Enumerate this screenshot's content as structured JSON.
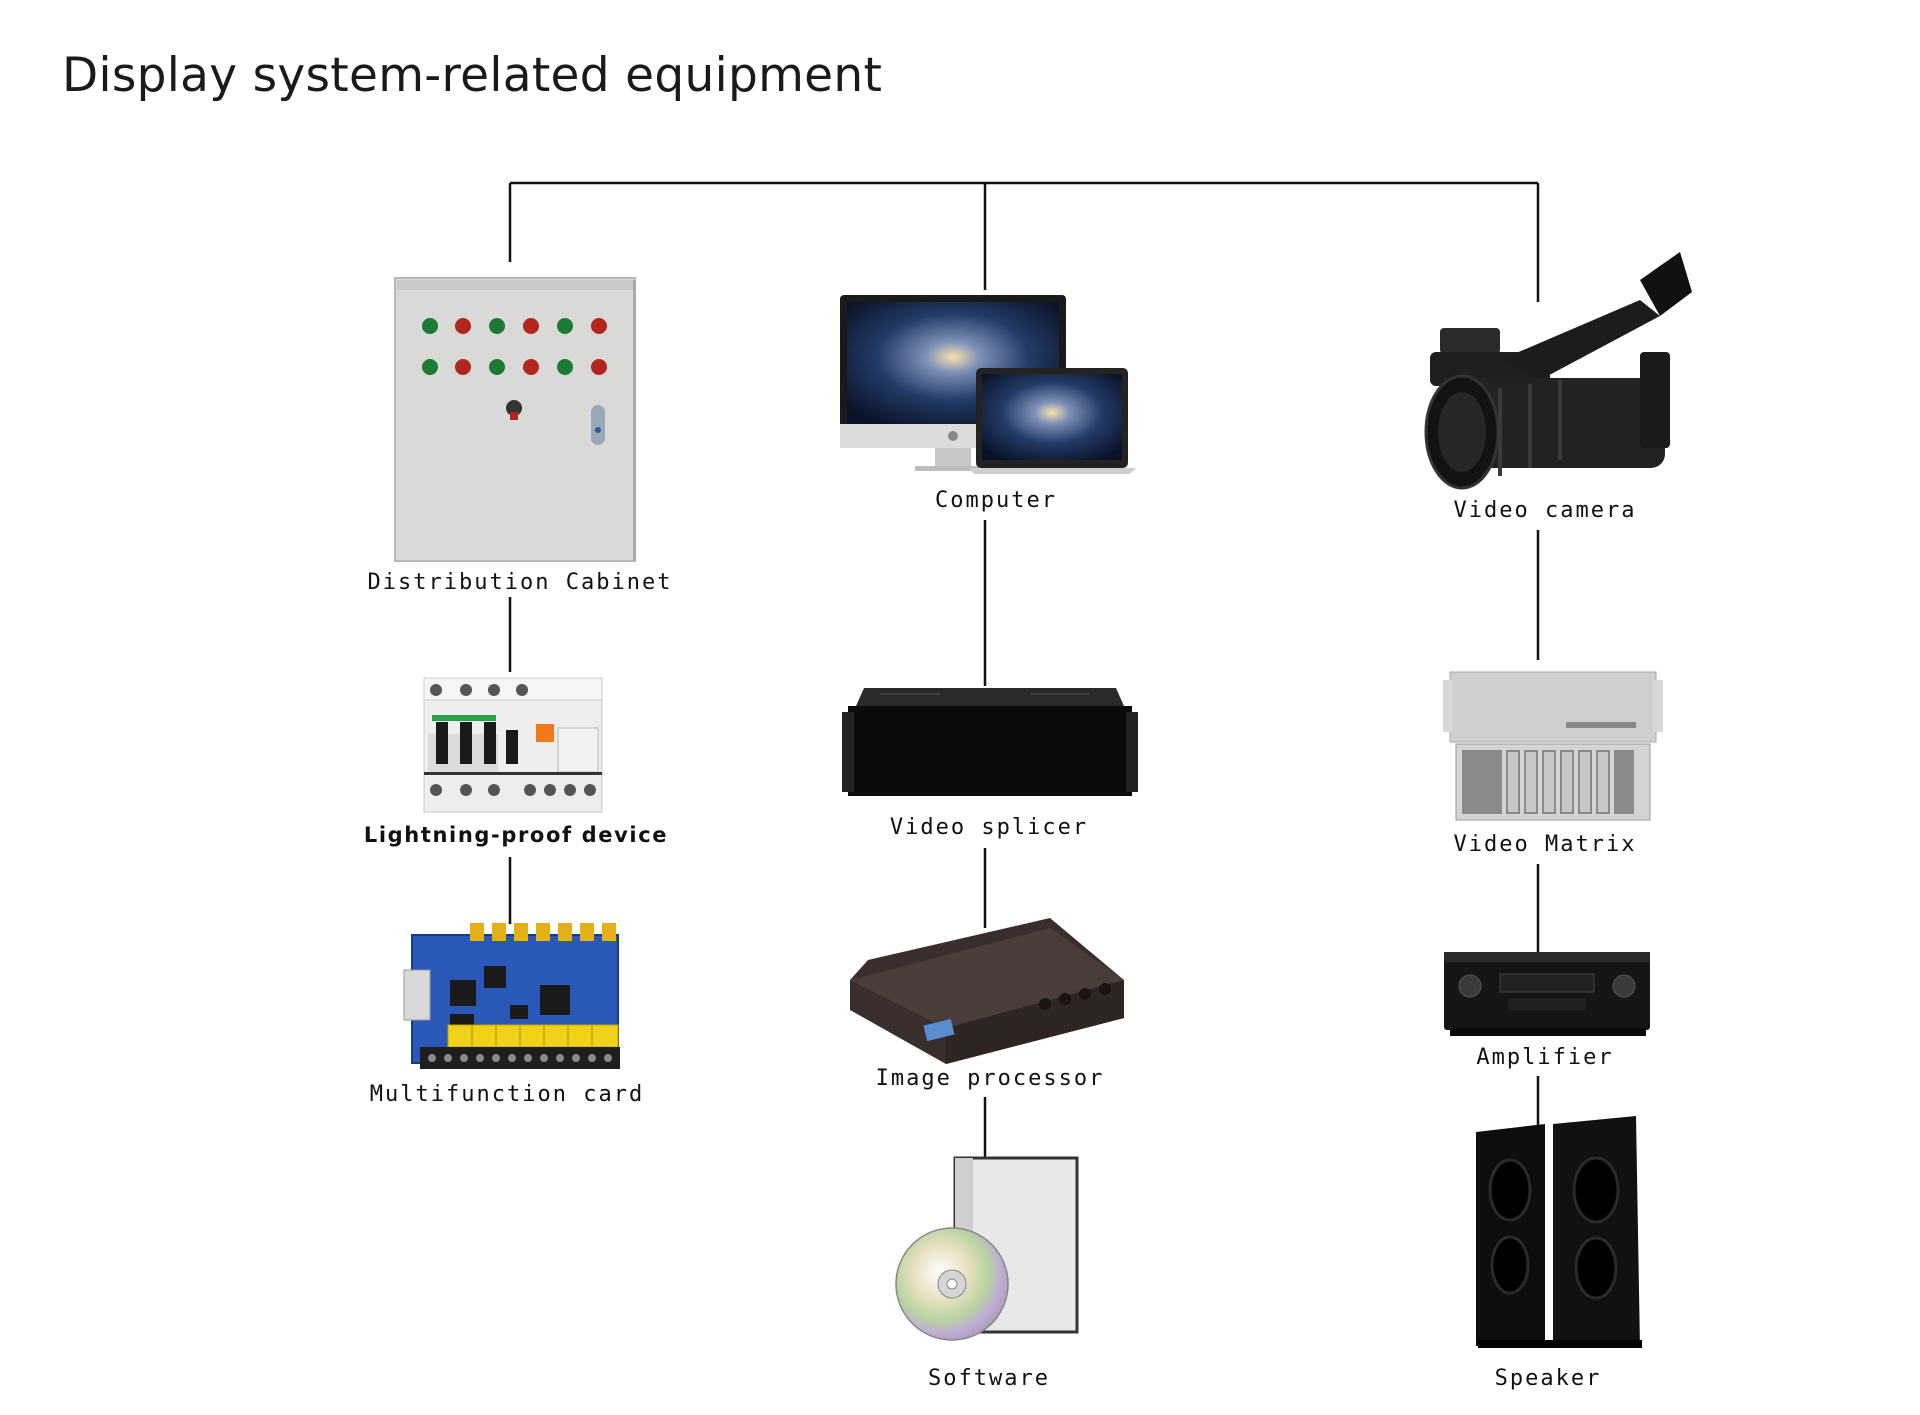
{
  "title": "Display system-related equipment",
  "devices": {
    "distribution_cabinet": {
      "label": "Distribution Cabinet",
      "icon": "distribution-cabinet-icon"
    },
    "lightning_proof": {
      "label": "Lightning-proof device",
      "icon": "circuit-breaker-icon"
    },
    "multifunction_card": {
      "label": "Multifunction card",
      "icon": "circuit-board-icon"
    },
    "computer": {
      "label": "Computer",
      "icon": "computer-icon"
    },
    "video_splicer": {
      "label": "Video splicer",
      "icon": "rack-unit-icon"
    },
    "image_processor": {
      "label": "Image processor",
      "icon": "processor-box-icon"
    },
    "software": {
      "label": "Software",
      "icon": "software-disc-icon"
    },
    "video_camera": {
      "label": "Video camera",
      "icon": "video-camera-icon"
    },
    "video_matrix": {
      "label": "Video Matrix",
      "icon": "video-matrix-icon"
    },
    "amplifier": {
      "label": "Amplifier",
      "icon": "amplifier-icon"
    },
    "speaker": {
      "label": "Speaker",
      "icon": "speaker-icon"
    }
  },
  "colors": {
    "line": "#111111",
    "cabinet": "#d8d9d6",
    "board": "#2a58b8",
    "connector_yellow": "#f0d21a",
    "dark_device": "#111111"
  }
}
